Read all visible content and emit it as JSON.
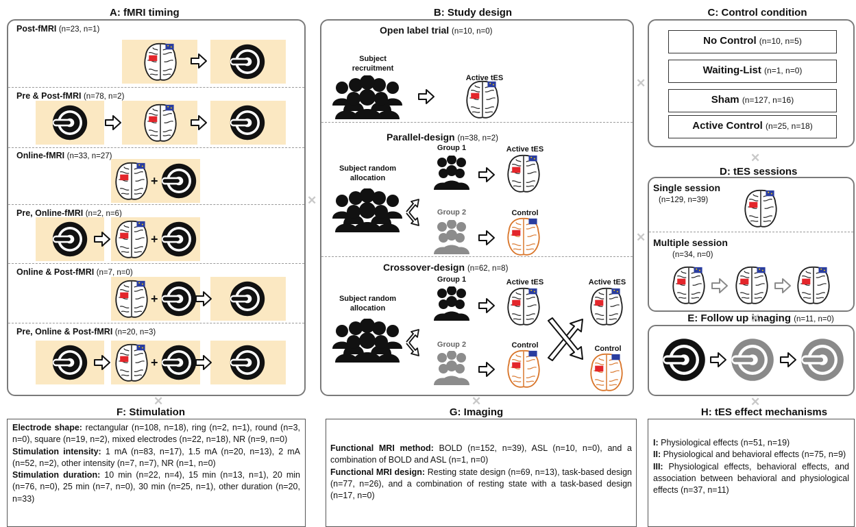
{
  "titles": {
    "a": "A: fMRI timing",
    "b": "B: Study design",
    "c": "C: Control condition",
    "d": "D: tES sessions",
    "e": "E: Follow up imaging",
    "e_count": "(n=11, n=0)",
    "f": "F: Stimulation",
    "g": "G: Imaging",
    "h": "H: tES effect mechanisms"
  },
  "timing": [
    {
      "name": "Post-fMRI",
      "count": "(n=23, n=1)"
    },
    {
      "name": "Pre & Post-fMRI",
      "count": "(n=78, n=2)"
    },
    {
      "name": "Online-fMRI",
      "count": "(n=33, n=27)"
    },
    {
      "name": "Pre, Online-fMRI",
      "count": "(n=2, n=6)"
    },
    {
      "name": "Online & Post-fMRI",
      "count": "(n=7, n=0)"
    },
    {
      "name": "Pre, Online & Post-fMRI",
      "count": "(n=20, n=3)"
    }
  ],
  "design": {
    "open": {
      "name": "Open label trial",
      "count": "(n=10, n=0)",
      "recruit": "Subject recruitment",
      "active": "Active tES"
    },
    "parallel": {
      "name": "Parallel-design",
      "count": "(n=38, n=2)",
      "alloc": "Subject random allocation",
      "g1": "Group 1",
      "g2": "Group 2",
      "active": "Active tES",
      "control": "Control"
    },
    "crossover": {
      "name": "Crossover-design",
      "count": "(n=62, n=8)",
      "alloc": "Subject random allocation",
      "g1": "Group 1",
      "g2": "Group 2",
      "active": "Active tES",
      "control": "Control",
      "active2": "Active tES",
      "control2": "Control"
    }
  },
  "control": [
    {
      "name": "No Control",
      "count": "(n=10, n=5)"
    },
    {
      "name": "Waiting-List",
      "count": "(n=1, n=0)"
    },
    {
      "name": "Sham",
      "count": "(n=127, n=16)"
    },
    {
      "name": "Active Control",
      "count": "(n=25, n=18)"
    }
  ],
  "sessions": {
    "single": {
      "name": "Single session",
      "count": "(n=129, n=39)"
    },
    "multiple": {
      "name": "Multiple session",
      "count": "(n=34, n=0)"
    }
  },
  "stimulation": {
    "shape_label": "Electrode shape:",
    "shape_text": " rectangular (n=108, n=18), ring (n=2, n=1), round (n=3, n=0), square (n=19, n=2), mixed electrodes (n=22, n=18), NR (n=9, n=0)",
    "intensity_label": "Stimulation intensity:",
    "intensity_text": " 1 mA (n=83, n=17), 1.5 mA (n=20, n=13), 2 mA (n=52, n=2), other intensity (n=7, n=7), NR (n=1, n=0)",
    "duration_label": "Stimulation duration:",
    "duration_text": " 10 min (n=22, n=4), 15 min (n=13, n=1), 20 min (n=76, n=0), 25 min (n=7, n=0), 30 min (n=25, n=1), other duration (n=20, n=33)"
  },
  "imaging": {
    "method_label": "Functional MRI method:",
    "method_text": " BOLD (n=152, n=39), ASL (n=10, n=0), and a combination of BOLD and ASL  (n=1, n=0)",
    "design_label": "Functional MRI design:",
    "design_text": " Resting state design (n=69, n=13), task-based design (n=77, n=26), and a combination of resting state with a task-based design (n=17, n=0)"
  },
  "mechanisms": [
    {
      "num": "I:",
      "text": " Physiological effects (n=51, n=19)"
    },
    {
      "num": "II:",
      "text": " Physiological and behavioral effects (n=75, n=9)"
    },
    {
      "num": "III:",
      "text": " Physiological effects, behavioral effects, and association between behavioral and physiological effects (n=37, n=11)"
    }
  ],
  "separator_glyph": "✕",
  "plus_glyph": "+",
  "colors": {
    "border": "#7a7a7a",
    "sand": "#fbe8c2",
    "flag_blue": "#2a3d9f",
    "flag_red": "#e3262b",
    "control_brain": "#d9762b",
    "gray_people": "#8c8c8c"
  }
}
